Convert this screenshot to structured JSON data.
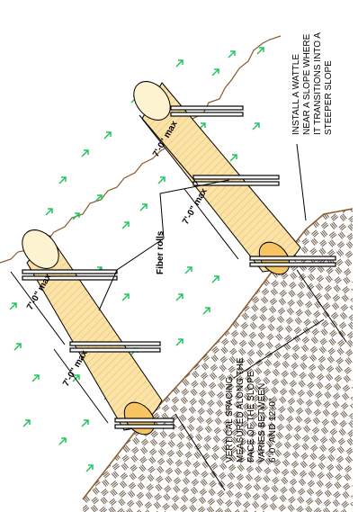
{
  "labels": {
    "wattle_note": [
      "INSTALL A WATTLE",
      "NEAR A SLOPE WHERE",
      "IT TRANSITIONS INTO A",
      "STEEPER SLOPE"
    ],
    "spacing_note": [
      "VERTICAL SPACING",
      "MEASURED ALONG THE",
      "FACE OF THE SLOPE",
      "VARIES BETWEEN",
      "6'-0\" AND 12'-0\""
    ],
    "fiber_rolls": "Fiber rolls",
    "dimension": "7'-0\" max"
  },
  "colors": {
    "roll_fill": "#fbe3a8",
    "roll_end": "#f6c463",
    "vegetation": "#22c55e",
    "slope_line": "#8b5a2b",
    "soil_hatch": "#7a6a55"
  },
  "icons": [
    "vegetation-arrow-icon"
  ]
}
